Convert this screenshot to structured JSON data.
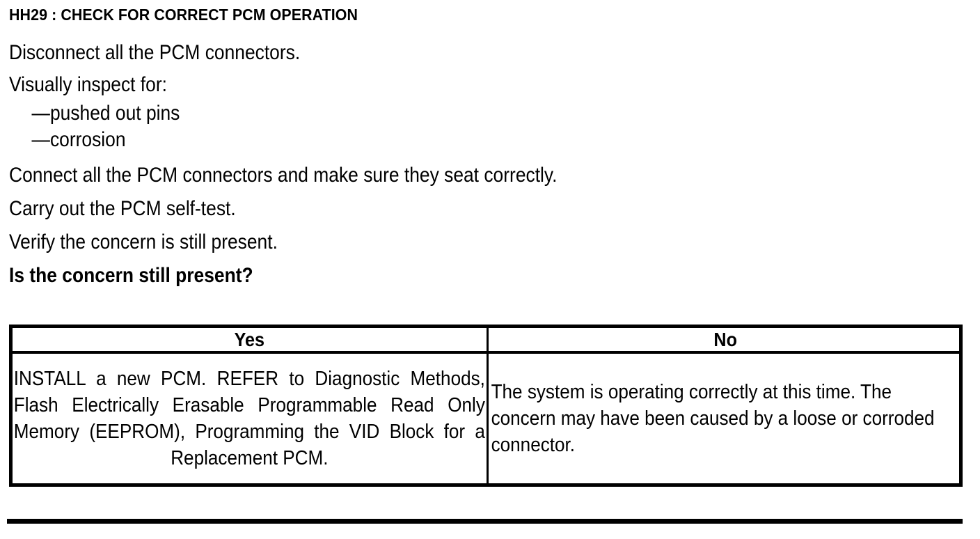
{
  "document": {
    "heading": "HH29 : CHECK FOR CORRECT PCM OPERATION",
    "steps": [
      "Disconnect all the PCM connectors.",
      "Visually inspect for:"
    ],
    "inspect_items": [
      "—pushed out pins",
      "—corrosion"
    ],
    "steps_after": [
      "Connect all the PCM connectors and make sure they seat correctly.",
      "Carry out the PCM self-test.",
      "Verify the concern is still present."
    ],
    "question": "Is the concern still present?"
  },
  "decision_table": {
    "headers": [
      "Yes",
      "No"
    ],
    "cells": {
      "yes": "INSTALL a new PCM. REFER to Diagnostic Methods, Flash Electrically Erasable Programmable Read Only Memory (EEPROM), Programming the VID Block for a Replacement PCM.",
      "no": "The system is operating correctly at this time. The concern may have been caused by a loose or corroded connector."
    }
  },
  "colors": {
    "text": "#000000",
    "background": "#ffffff",
    "border": "#000000"
  }
}
